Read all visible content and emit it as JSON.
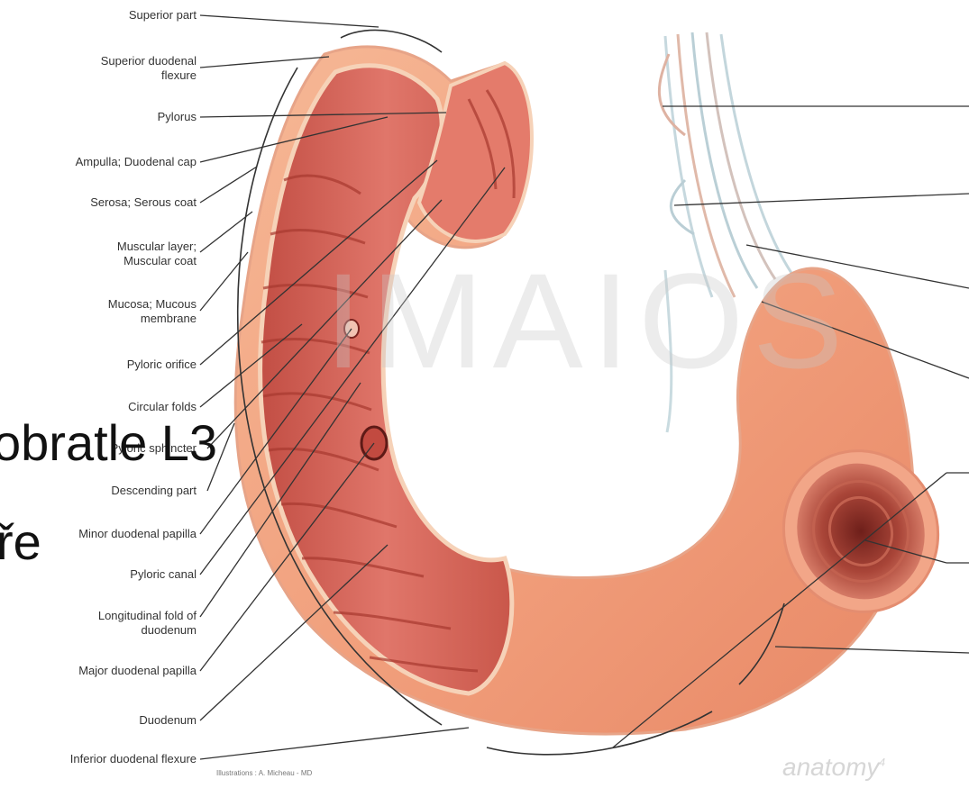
{
  "labels": {
    "superior_part": "Superior part",
    "superior_flexure": "Superior duodenal\nflexure",
    "pylorus": "Pylorus",
    "ampulla": "Ampulla; Duodenal cap",
    "serosa": "Serosa; Serous coat",
    "muscular": "Muscular layer;\nMuscular coat",
    "mucosa": "Mucosa; Mucous\nmembrane",
    "pyloric_orifice": "Pyloric orifice",
    "circular_folds": "Circular folds",
    "pyloric_sphincter": "Pyloric sphincter",
    "descending": "Descending part",
    "minor_papilla": "Minor duodenal papilla",
    "pyloric_canal": "Pyloric canal",
    "longitudinal_fold": "Longitudinal fold of\nduodenum",
    "major_papilla": "Major duodenal papilla",
    "duodenum": "Duodenum",
    "inferior_flexure": "Inferior duodenal flexure"
  },
  "overlay": {
    "line1": "obratle L3",
    "line2": "ře"
  },
  "watermark": {
    "text": "IMAIOS",
    "brand": "anatomy",
    "super": "4"
  },
  "credit": "Illustrations : A. Micheau - MD",
  "colors": {
    "tissue": "#f3a27c",
    "mucosa": "#d9685a",
    "label_line": "#333333"
  }
}
